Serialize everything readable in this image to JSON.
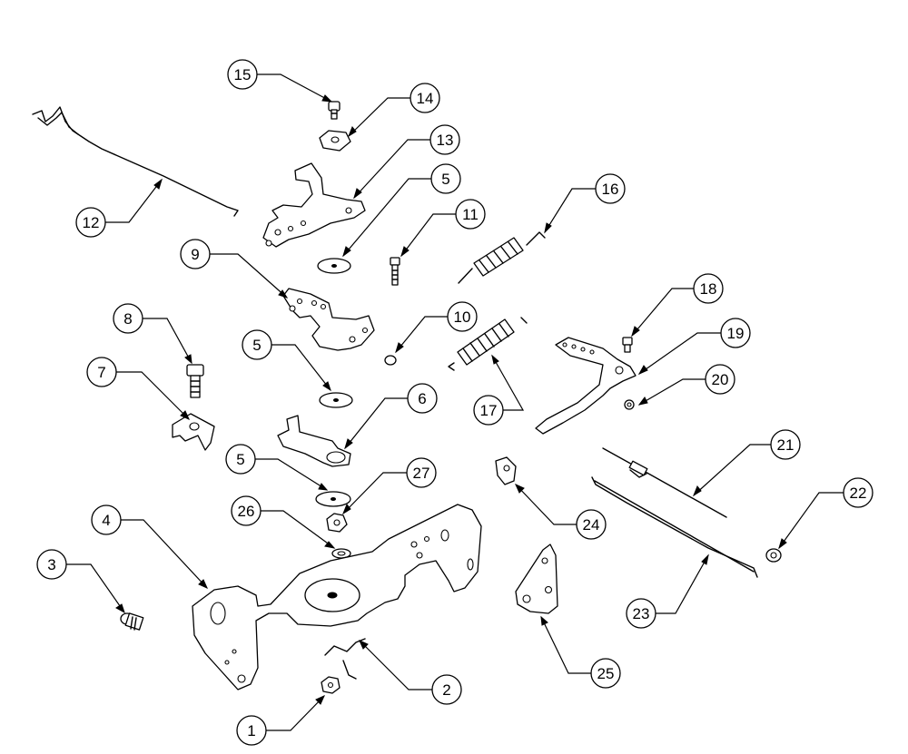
{
  "diagram": {
    "callouts": [
      {
        "id": "c1",
        "label": "1"
      },
      {
        "id": "c2",
        "label": "2"
      },
      {
        "id": "c3",
        "label": "3"
      },
      {
        "id": "c4",
        "label": "4"
      },
      {
        "id": "c5a",
        "label": "5"
      },
      {
        "id": "c5b",
        "label": "5"
      },
      {
        "id": "c5c",
        "label": "5"
      },
      {
        "id": "c6",
        "label": "6"
      },
      {
        "id": "c7",
        "label": "7"
      },
      {
        "id": "c8",
        "label": "8"
      },
      {
        "id": "c9",
        "label": "9"
      },
      {
        "id": "c10",
        "label": "10"
      },
      {
        "id": "c11",
        "label": "11"
      },
      {
        "id": "c12",
        "label": "12"
      },
      {
        "id": "c13",
        "label": "13"
      },
      {
        "id": "c14",
        "label": "14"
      },
      {
        "id": "c15",
        "label": "15"
      },
      {
        "id": "c16",
        "label": "16"
      },
      {
        "id": "c17",
        "label": "17"
      },
      {
        "id": "c18",
        "label": "18"
      },
      {
        "id": "c19",
        "label": "19"
      },
      {
        "id": "c20",
        "label": "20"
      },
      {
        "id": "c21",
        "label": "21"
      },
      {
        "id": "c22",
        "label": "22"
      },
      {
        "id": "c23",
        "label": "23"
      },
      {
        "id": "c24",
        "label": "24"
      },
      {
        "id": "c25",
        "label": "25"
      },
      {
        "id": "c26",
        "label": "26"
      },
      {
        "id": "c27",
        "label": "27"
      }
    ]
  }
}
